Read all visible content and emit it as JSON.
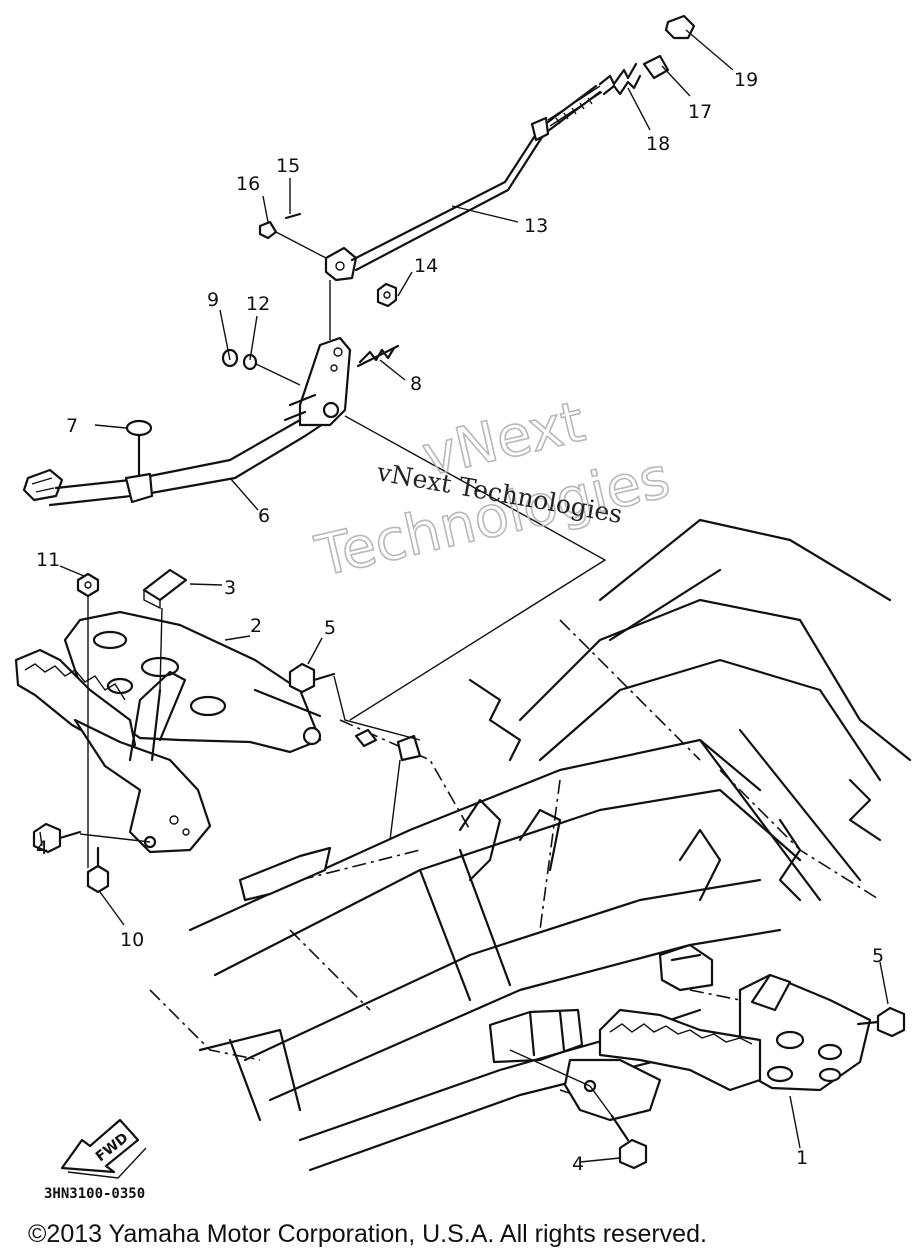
{
  "diagram": {
    "callouts": {
      "c1": "1",
      "c2": "2",
      "c3": "3",
      "c4a": "4",
      "c4b": "4",
      "c5a": "5",
      "c5b": "5",
      "c6": "6",
      "c7": "7",
      "c8": "8",
      "c9": "9",
      "c10": "10",
      "c11": "11",
      "c12": "12",
      "c13": "13",
      "c14": "14",
      "c15": "15",
      "c16": "16",
      "c17": "17",
      "c18": "18",
      "c19": "19"
    },
    "fwd_label": "FWD",
    "drawing_code": "3HN3100-0350",
    "watermark_small": "vNext Technologies",
    "watermark_big_line1": "vNext",
    "watermark_big_line2": "Technologies",
    "copyright": "©2013 Yamaha Motor Corporation, U.S.A. All rights reserved."
  }
}
